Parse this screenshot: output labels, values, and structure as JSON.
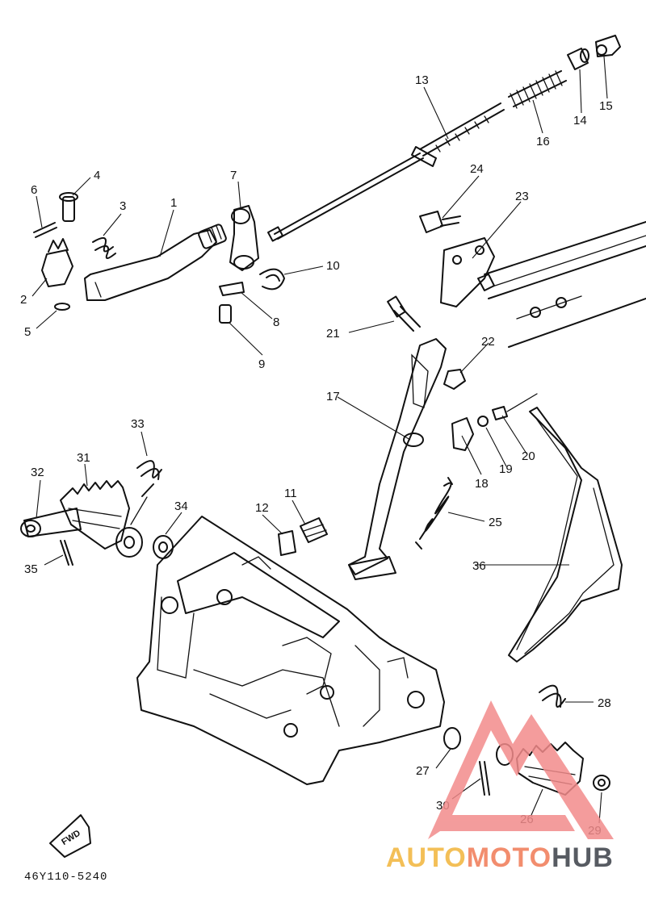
{
  "diagram": {
    "part_code": "46Y110-5240",
    "fwd_label": "FWD",
    "callouts": [
      "1",
      "2",
      "3",
      "4",
      "5",
      "6",
      "7",
      "8",
      "9",
      "10",
      "11",
      "12",
      "13",
      "14",
      "15",
      "16",
      "17",
      "18",
      "19",
      "20",
      "21",
      "22",
      "23",
      "24",
      "25",
      "26",
      "27",
      "28",
      "29",
      "30",
      "31",
      "32",
      "33",
      "34",
      "35",
      "36"
    ]
  },
  "watermark": {
    "word_a": "AUTO",
    "word_b": "MOTO",
    "word_c": "HUB",
    "color_a": "#f2b53a",
    "color_b": "#f07a55",
    "color_c": "#3a3f47",
    "triangle_color": "#f28b8b"
  }
}
